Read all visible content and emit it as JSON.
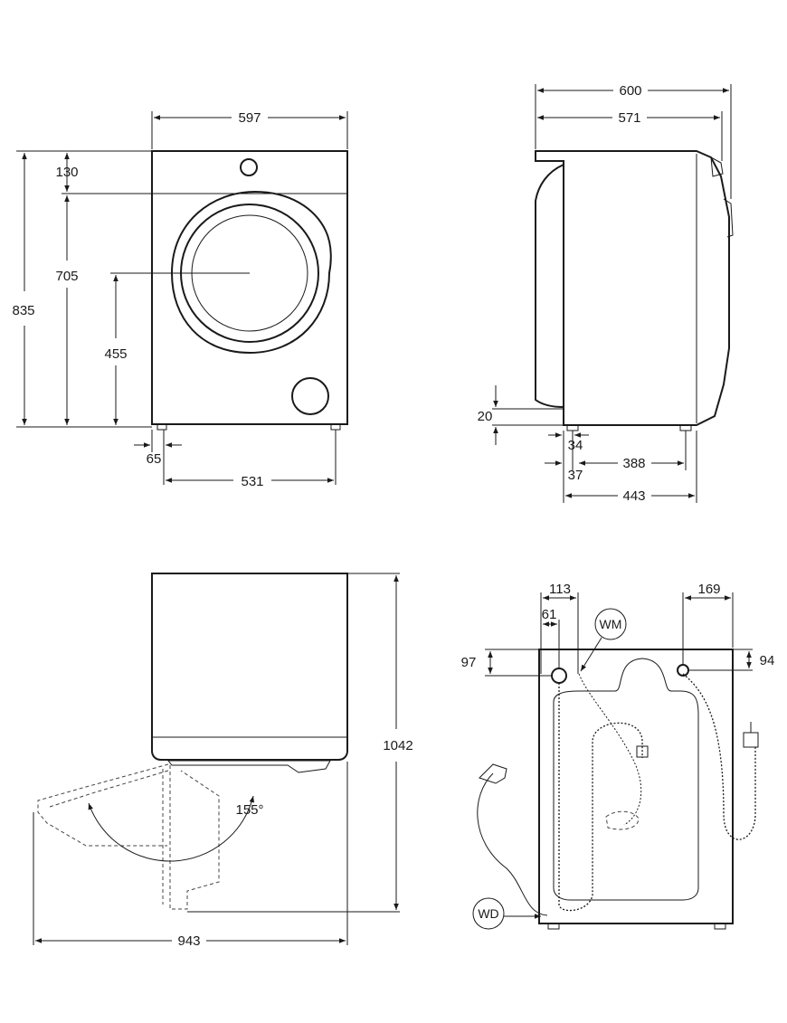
{
  "front_view": {
    "width": "597",
    "height_total": "835",
    "height_top_panel": "130",
    "height_worktop": "705",
    "height_door_center": "455",
    "foot_offset": "65",
    "foot_span": "531"
  },
  "side_view": {
    "depth_total": "600",
    "depth_body": "571",
    "foot_height": "20",
    "foot_inset_front": "34",
    "foot_inset_front_outer": "37",
    "foot_span": "388",
    "depth_feet_total": "443"
  },
  "door_view": {
    "total_height": "1042",
    "door_angle": "155°",
    "total_depth_door_open": "943"
  },
  "rear_view": {
    "wm_offset_x": "113",
    "wm_inner_x": "61",
    "right_offset_x": "169",
    "left_offset_y": "97",
    "right_offset_y": "94",
    "wm_label": "WM",
    "wd_label": "WD"
  }
}
